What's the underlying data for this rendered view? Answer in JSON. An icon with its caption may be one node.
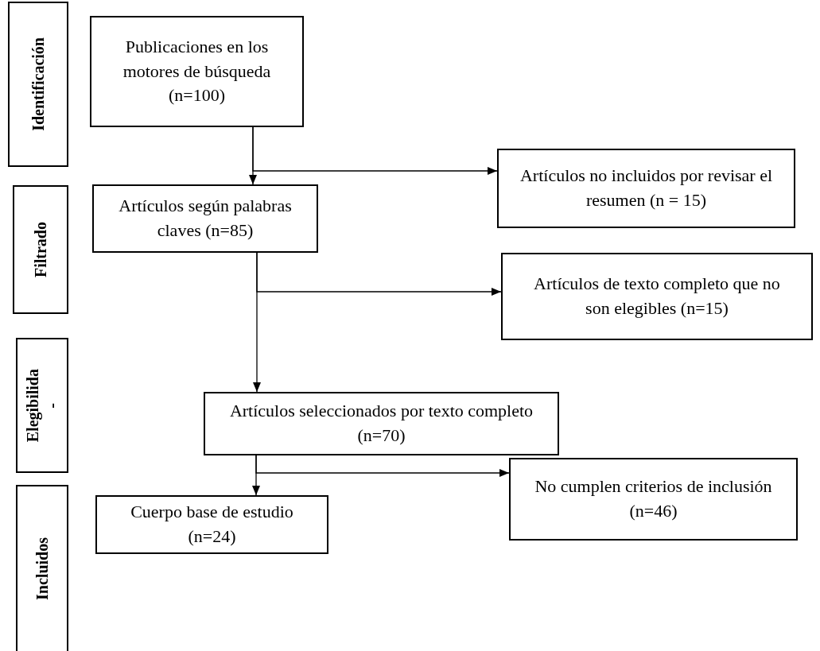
{
  "diagram": {
    "nodes": [
      {
        "text": [
          "Identificación"
        ]
      },
      {
        "text": [
          "Filtrado"
        ]
      },
      {
        "text": [
          "Elegibilida",
          "-"
        ]
      },
      {
        "text": [
          "Incluidos"
        ]
      },
      {
        "text": [
          "Publicaciones en los motores de búsqueda (n=100)"
        ]
      },
      {
        "text": [
          "Artículos no incluidos por revisar el resumen (n = 15)"
        ]
      },
      {
        "text": [
          "Artículos según palabras claves (n=85)"
        ]
      },
      {
        "text": [
          "Artículos de texto completo que no son elegibles (n=15)"
        ]
      },
      {
        "text": [
          "Artículos seleccionados por texto completo (n=70)"
        ]
      },
      {
        "text": [
          "No cumplen criterios de inclusión (n=46)"
        ]
      },
      {
        "text": [
          "Cuerpo base de estudio (n=24)"
        ]
      }
    ],
    "edges": [
      {
        "from": 4,
        "to": 6,
        "arrow": "to"
      },
      {
        "from": 4,
        "to": 5,
        "arrow": "to"
      },
      {
        "from": 6,
        "to": 8,
        "arrow": "to"
      },
      {
        "from": 6,
        "to": 7,
        "arrow": "to"
      },
      {
        "from": 8,
        "to": 10,
        "arrow": "to"
      },
      {
        "from": 8,
        "to": 9,
        "arrow": "to"
      }
    ]
  }
}
